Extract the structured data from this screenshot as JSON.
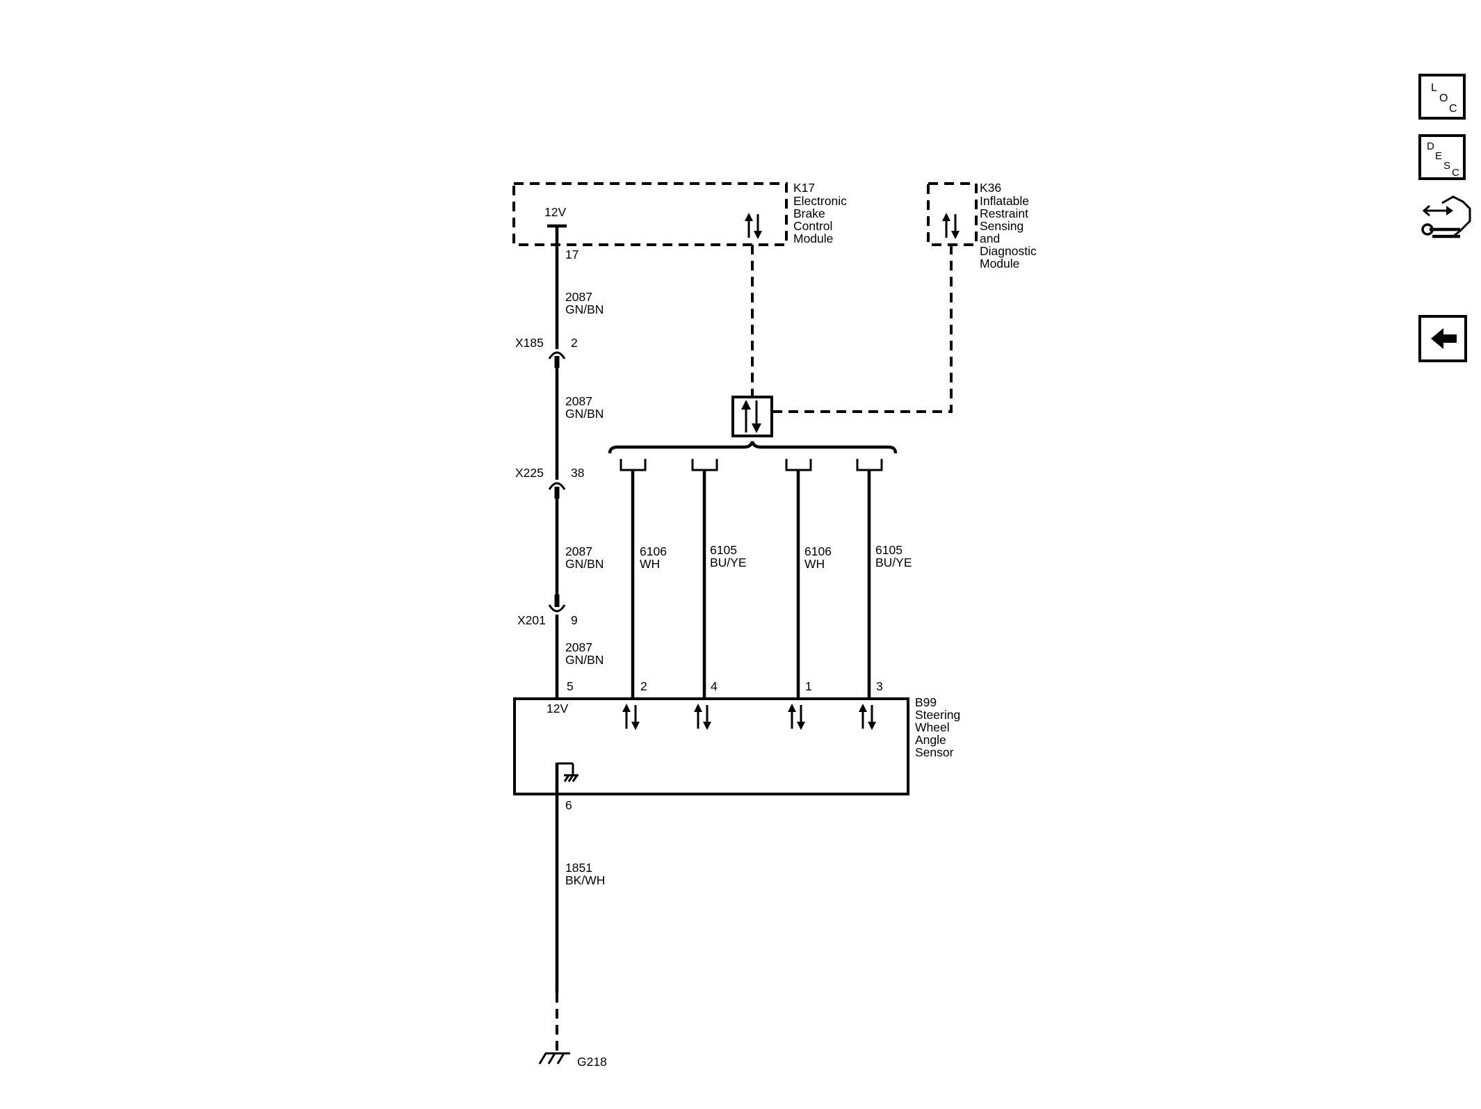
{
  "modules": {
    "k17": {
      "lines": [
        "K17",
        "Electronic",
        "Brake",
        "Control",
        "Module"
      ],
      "voltage": "12V",
      "pin": "17"
    },
    "k36": {
      "lines": [
        "K36",
        "Inflatable",
        "Restraint",
        "Sensing",
        "and",
        "Diagnostic",
        "Module"
      ]
    },
    "b99": {
      "lines": [
        "B99",
        "Steering",
        "Wheel",
        "Angle",
        "Sensor"
      ],
      "voltage": "12V"
    }
  },
  "connectors": {
    "x185": {
      "id": "X185",
      "pin": "2"
    },
    "x225": {
      "id": "X225",
      "pin": "38"
    },
    "x201": {
      "id": "X201",
      "pin": "9"
    }
  },
  "wires": {
    "w_main1": {
      "circuit": "2087",
      "color": "GN/BN"
    },
    "w_main2": {
      "circuit": "2087",
      "color": "GN/BN"
    },
    "w_main3": {
      "circuit": "2087",
      "color": "GN/BN"
    },
    "w_main4": {
      "circuit": "2087",
      "color": "GN/BN"
    },
    "w_a": {
      "circuit": "6106",
      "color": "WH"
    },
    "w_b": {
      "circuit": "6105",
      "color": "BU/YE"
    },
    "w_c": {
      "circuit": "6106",
      "color": "WH"
    },
    "w_d": {
      "circuit": "6105",
      "color": "BU/YE"
    },
    "w_ground": {
      "circuit": "1851",
      "color": "BK/WH"
    }
  },
  "b99_pins": {
    "p_12v": "5",
    "p_a": "2",
    "p_b": "4",
    "p_c": "1",
    "p_d": "3",
    "p_gnd": "6"
  },
  "ground": {
    "id": "G218"
  },
  "nav": {
    "loc": {
      "letters": [
        "L",
        "O",
        "C"
      ],
      "icon": "loc-icon"
    },
    "desc": {
      "letters": [
        "D",
        "E",
        "S",
        "C"
      ],
      "icon": "desc-icon"
    },
    "service": {
      "icon": "service-wrench-icon"
    },
    "back": {
      "icon": "back-arrow-icon"
    }
  }
}
